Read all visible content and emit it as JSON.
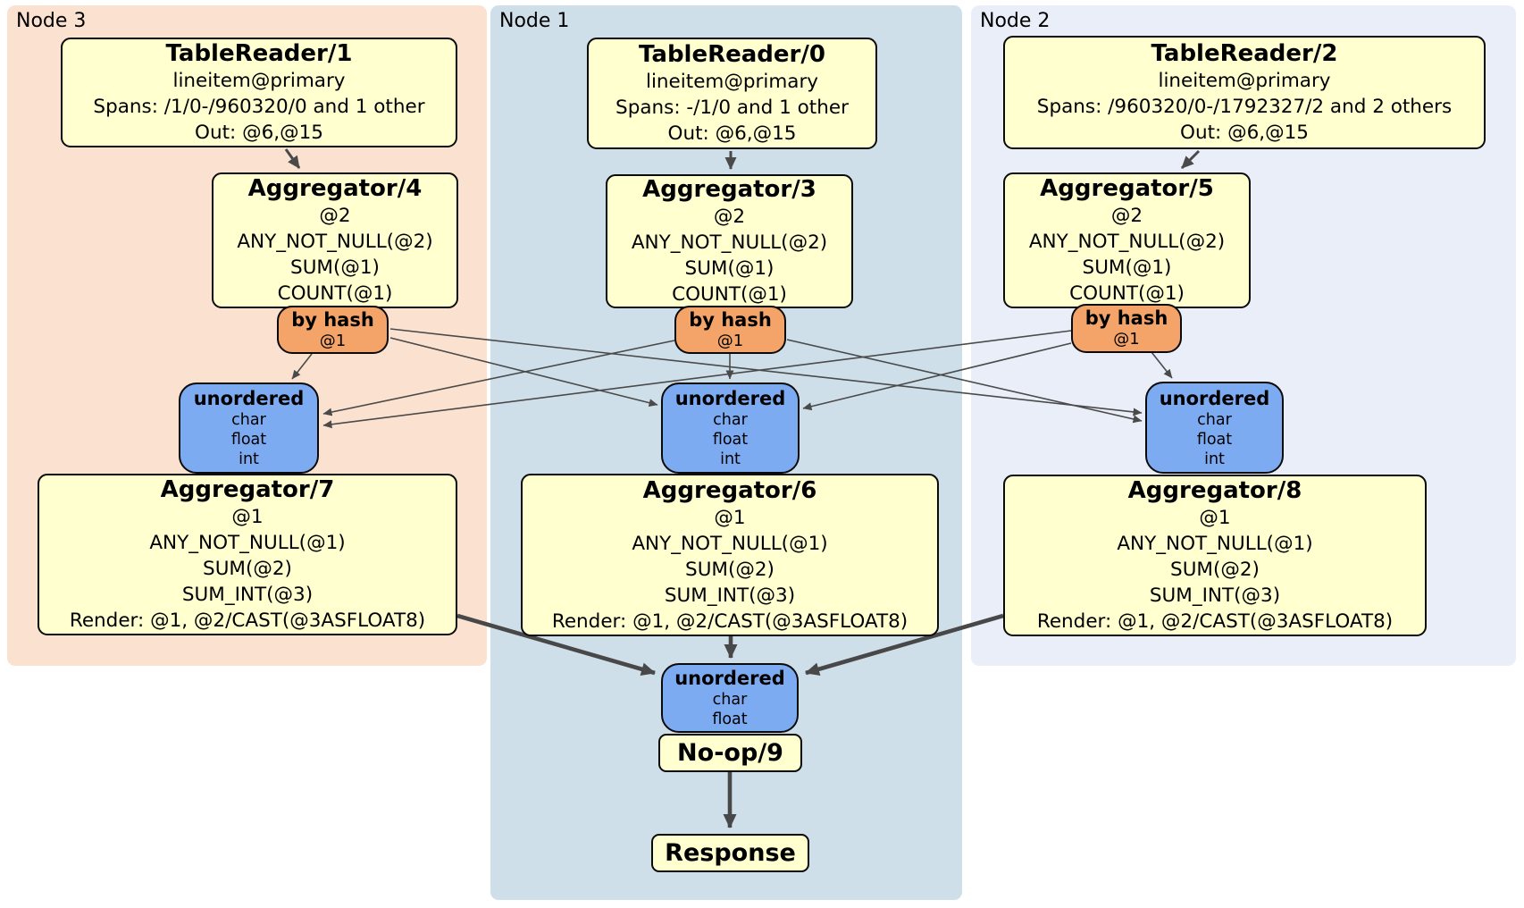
{
  "diagram": {
    "panels": [
      {
        "label": "Node 3"
      },
      {
        "label": "Node 1"
      },
      {
        "label": "Node 2"
      }
    ],
    "processors": {
      "tr1": {
        "title": "TableReader/1",
        "lines": [
          "lineitem@primary",
          "Spans: /1/0-/960320/0 and 1 other",
          "Out: @6,@15"
        ]
      },
      "agg4": {
        "title": "Aggregator/4",
        "lines": [
          "@2",
          "ANY_NOT_NULL(@2)",
          "SUM(@1)",
          "COUNT(@1)"
        ]
      },
      "agg7": {
        "title": "Aggregator/7",
        "lines": [
          "@1",
          "ANY_NOT_NULL(@1)",
          "SUM(@2)",
          "SUM_INT(@3)",
          "Render: @1, @2/CAST(@3ASFLOAT8)"
        ]
      },
      "tr0": {
        "title": "TableReader/0",
        "lines": [
          "lineitem@primary",
          "Spans: -/1/0 and 1 other",
          "Out: @6,@15"
        ]
      },
      "agg3": {
        "title": "Aggregator/3",
        "lines": [
          "@2",
          "ANY_NOT_NULL(@2)",
          "SUM(@1)",
          "COUNT(@1)"
        ]
      },
      "agg6": {
        "title": "Aggregator/6",
        "lines": [
          "@1",
          "ANY_NOT_NULL(@1)",
          "SUM(@2)",
          "SUM_INT(@3)",
          "Render: @1, @2/CAST(@3ASFLOAT8)"
        ]
      },
      "tr2": {
        "title": "TableReader/2",
        "lines": [
          "lineitem@primary",
          "Spans: /960320/0-/1792327/2 and 2 others",
          "Out: @6,@15"
        ]
      },
      "agg5": {
        "title": "Aggregator/5",
        "lines": [
          "@2",
          "ANY_NOT_NULL(@2)",
          "SUM(@1)",
          "COUNT(@1)"
        ]
      },
      "agg8": {
        "title": "Aggregator/8",
        "lines": [
          "@1",
          "ANY_NOT_NULL(@1)",
          "SUM(@2)",
          "SUM_INT(@3)",
          "Render: @1, @2/CAST(@3ASFLOAT8)"
        ]
      },
      "noop": {
        "title": "No-op/9"
      },
      "response": {
        "title": "Response"
      }
    },
    "routers": {
      "hash3": {
        "title": "by hash",
        "sub": "@1"
      },
      "hash1": {
        "title": "by hash",
        "sub": "@1"
      },
      "hash2": {
        "title": "by hash",
        "sub": "@1"
      }
    },
    "syncs": {
      "sync3": {
        "title": "unordered",
        "items": [
          "char",
          "float",
          "int"
        ]
      },
      "sync1": {
        "title": "unordered",
        "items": [
          "char",
          "float",
          "int"
        ]
      },
      "sync2": {
        "title": "unordered",
        "items": [
          "char",
          "float",
          "int"
        ]
      },
      "syncFinal": {
        "title": "unordered",
        "items": [
          "char",
          "float"
        ]
      }
    },
    "colors": {
      "node3_panel": "#fbe1d0",
      "node1_panel": "#cfdfe9",
      "node2_panel": "#e9eef9",
      "processor_fill": "#ffffd0",
      "router_fill": "#f4a469",
      "sync_fill": "#7dabf2",
      "border": "#0a0a0a",
      "edge": "#4a4a4a"
    }
  }
}
